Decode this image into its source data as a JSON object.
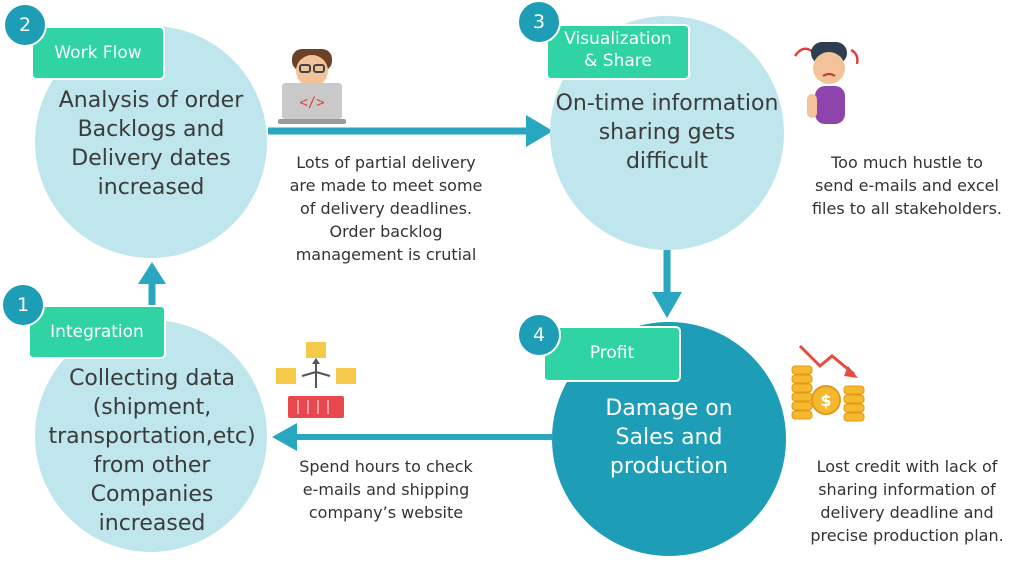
{
  "nodes": [
    {
      "number": "2",
      "tag": "Work Flow",
      "text": [
        "Analysis of order",
        "Backlogs and",
        "Delivery dates",
        "increased"
      ]
    },
    {
      "number": "3",
      "tag": [
        "Visualization",
        "& Share"
      ],
      "text": [
        "On-time information",
        "sharing gets",
        "difficult"
      ]
    },
    {
      "number": "1",
      "tag": "Integration",
      "text": [
        "Collecting data",
        "(shipment,",
        "transportation,etc)",
        "from other",
        "Companies",
        "increased"
      ]
    },
    {
      "number": "4",
      "tag": "Profit",
      "text": [
        "Damage on",
        "Sales and",
        "production"
      ]
    }
  ],
  "descriptions": [
    [
      "Lots of partial delivery",
      "are made to meet some",
      "of delivery deadlines.",
      "Order backlog",
      "management is crutial"
    ],
    [
      "Too much hustle to",
      "send e-mails and excel",
      "files to all stakeholders."
    ],
    [
      "Spend hours to check",
      "e-mails and shipping",
      "company’s website"
    ],
    [
      "Lost credit with lack of",
      "sharing information of",
      "delivery deadline and",
      "precise production plan."
    ]
  ],
  "icons": [
    "developer-laptop-icon",
    "stressed-person-icon",
    "distribution-boxes-icon",
    "falling-coins-icon"
  ],
  "colors": {
    "light_circle": "#bfe6ed",
    "dark_circle": "#1e9db6",
    "tag": "#2fd3a4",
    "arrow": "#2aa7c0"
  }
}
